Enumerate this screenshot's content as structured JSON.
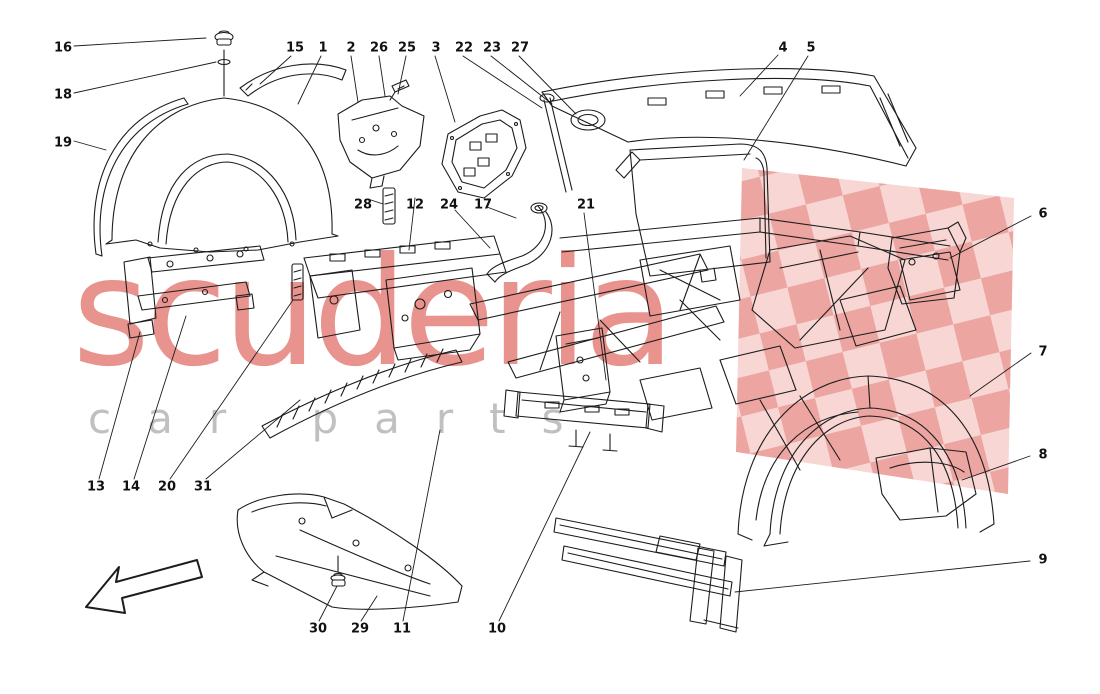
{
  "diagram": {
    "watermark_title": "scuderia",
    "watermark_subtitle": "car parts",
    "accent_color": "#d53a30",
    "checker_light_color": "#eda49e",
    "line_color": "#1c1c1c",
    "background_color": "#ffffff"
  },
  "callouts": {
    "n1": "1",
    "n2": "2",
    "n3": "3",
    "n4": "4",
    "n5": "5",
    "n6": "6",
    "n7": "7",
    "n8": "8",
    "n9": "9",
    "n10": "10",
    "n11": "11",
    "n12": "12",
    "n13": "13",
    "n14": "14",
    "n15": "15",
    "n16": "16",
    "n17": "17",
    "n18": "18",
    "n19": "19",
    "n20": "20",
    "n21": "21",
    "n22": "22",
    "n23": "23",
    "n24": "24",
    "n25": "25",
    "n26": "26",
    "n27": "27",
    "n28": "28",
    "n29": "29",
    "n30": "30",
    "n31": "31"
  }
}
